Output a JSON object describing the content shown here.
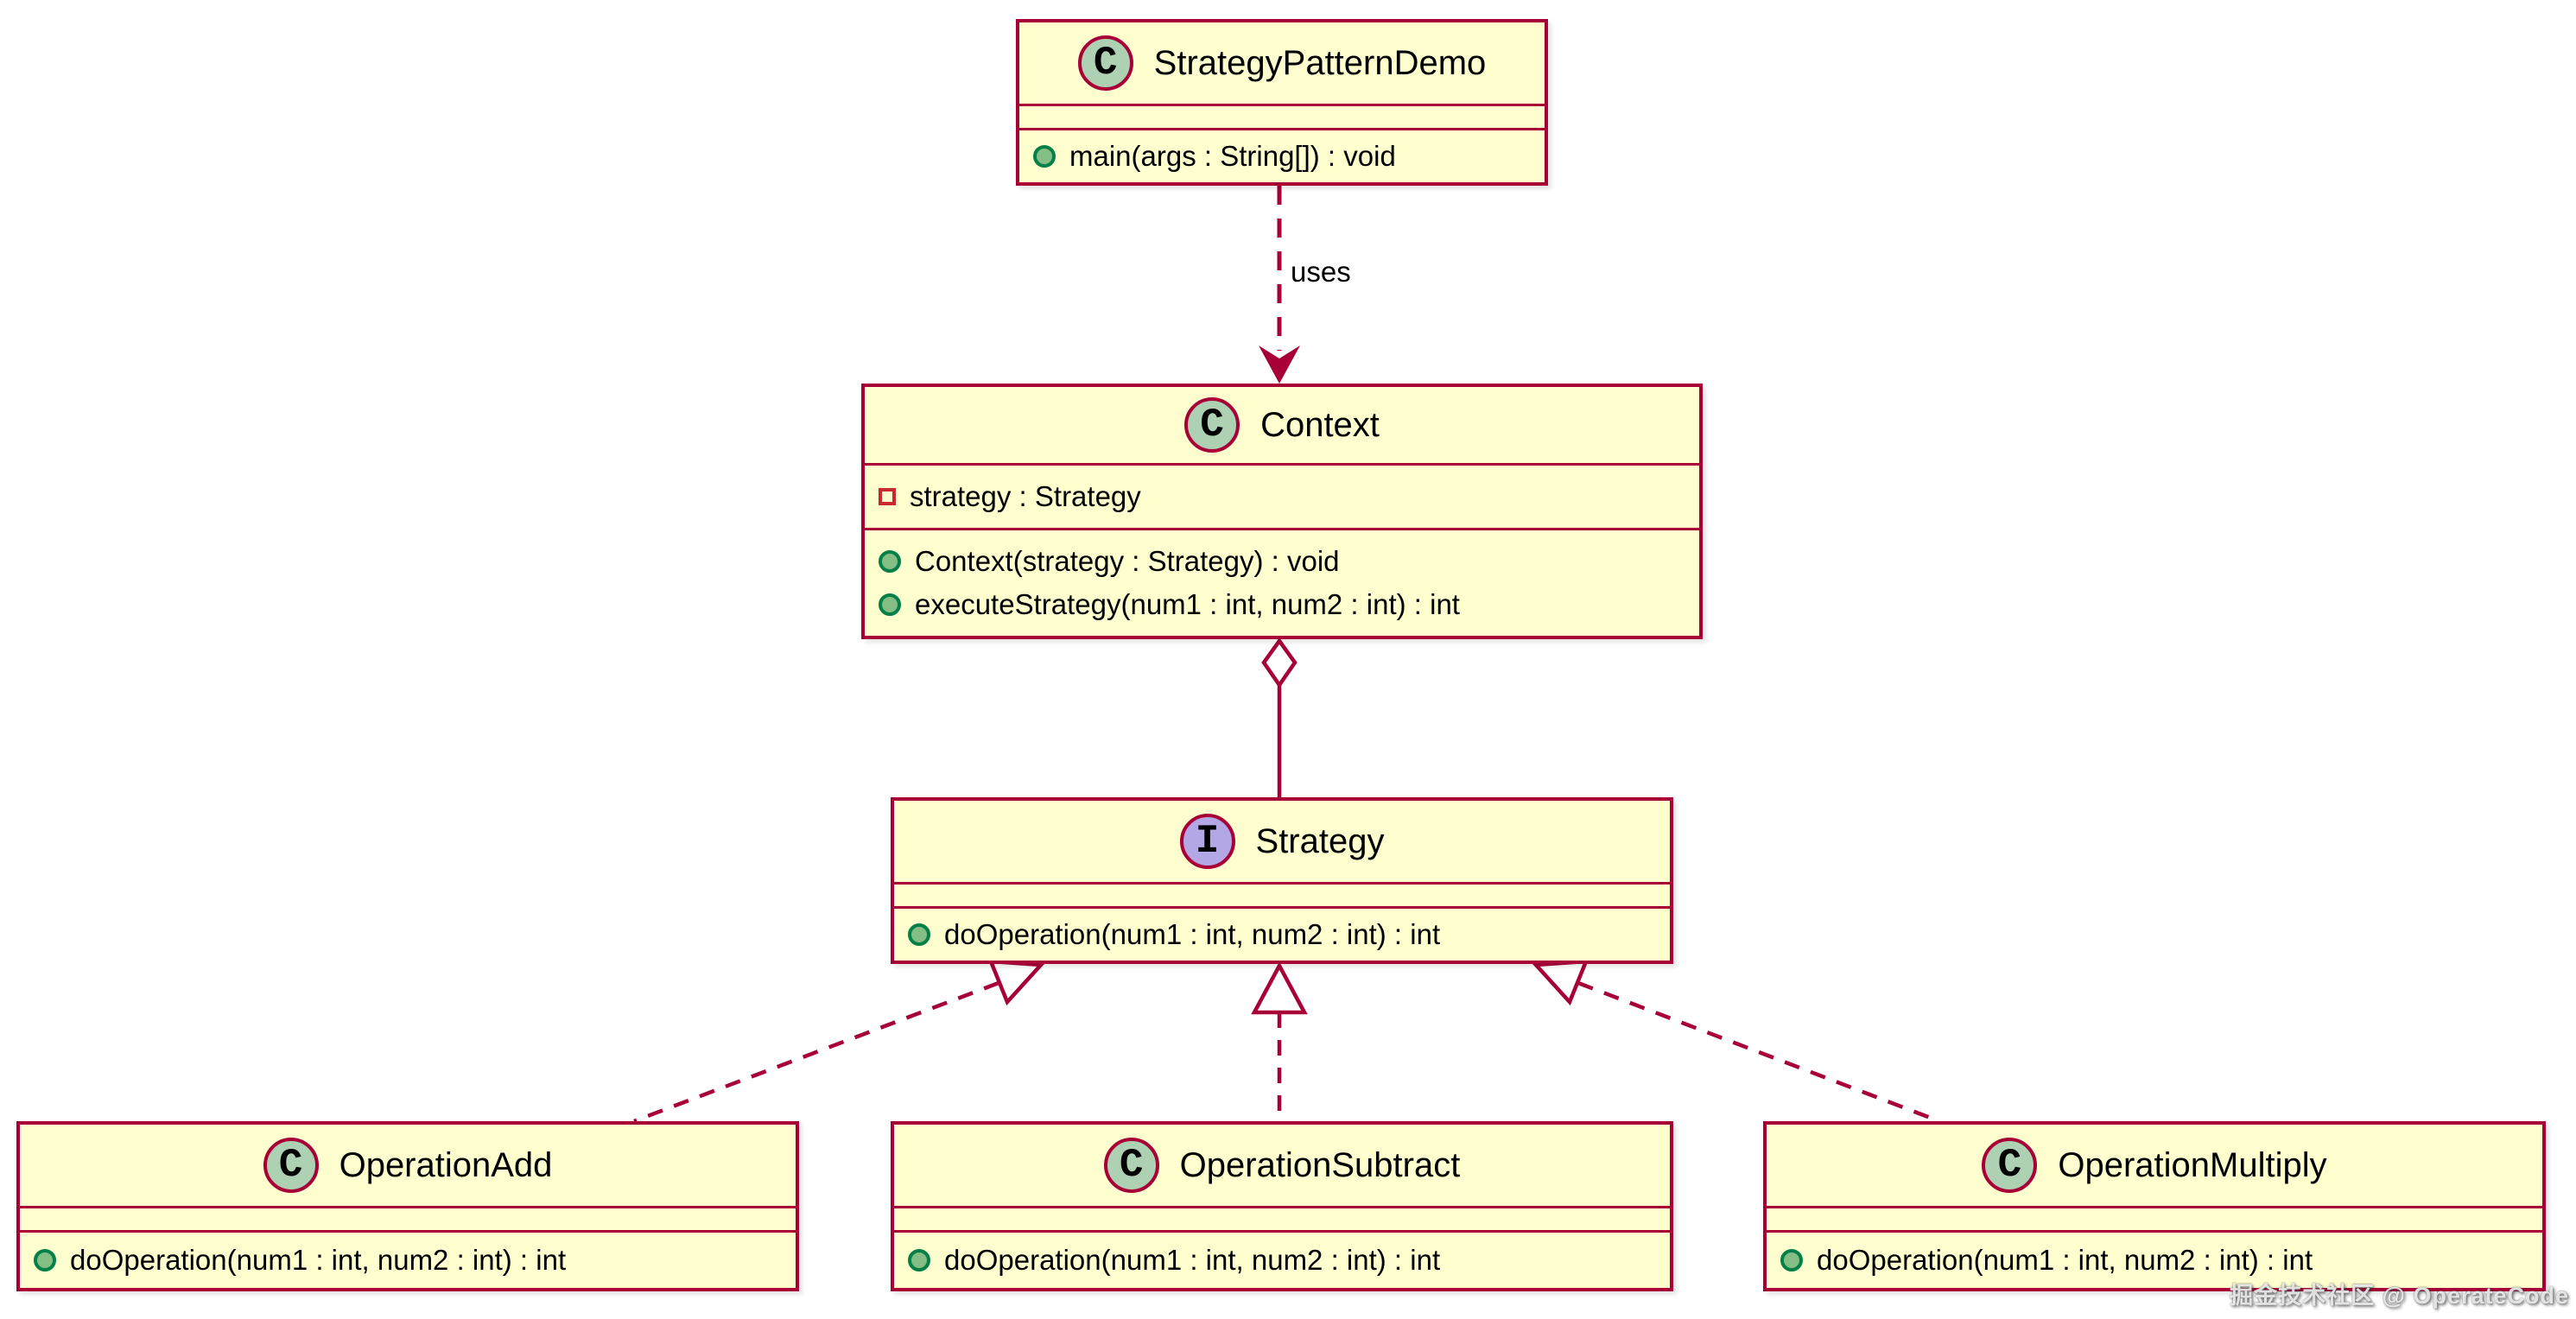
{
  "colors": {
    "background": "#FFFFFF",
    "box_fill": "#FEFECE",
    "box_border": "#A80036",
    "class_spot_fill": "#ADD1B2",
    "interface_spot_fill": "#B4A7E5",
    "public_method_icon_fill": "#84BE84",
    "public_method_icon_border": "#038048",
    "private_field_icon_border": "#C82930",
    "text": "#000000"
  },
  "classes": [
    {
      "name": "StrategyPatternDemo",
      "stereotype": "C",
      "kind": "class",
      "fields": [],
      "methods": [
        {
          "visibility": "public",
          "signature": "main(args : String[]) : void"
        }
      ]
    },
    {
      "name": "Context",
      "stereotype": "C",
      "kind": "class",
      "fields": [
        {
          "visibility": "private",
          "signature": "strategy : Strategy"
        }
      ],
      "methods": [
        {
          "visibility": "public",
          "signature": "Context(strategy : Strategy) : void"
        },
        {
          "visibility": "public",
          "signature": "executeStrategy(num1 : int, num2 : int) : int"
        }
      ]
    },
    {
      "name": "Strategy",
      "stereotype": "I",
      "kind": "interface",
      "fields": [],
      "methods": [
        {
          "visibility": "public",
          "signature": "doOperation(num1 : int, num2 : int) : int"
        }
      ]
    },
    {
      "name": "OperationAdd",
      "stereotype": "C",
      "kind": "class",
      "fields": [],
      "methods": [
        {
          "visibility": "public",
          "signature": "doOperation(num1 : int, num2 : int) : int"
        }
      ]
    },
    {
      "name": "OperationSubtract",
      "stereotype": "C",
      "kind": "class",
      "fields": [],
      "methods": [
        {
          "visibility": "public",
          "signature": "doOperation(num1 : int, num2 : int) : int"
        }
      ]
    },
    {
      "name": "OperationMultiply",
      "stereotype": "C",
      "kind": "class",
      "fields": [],
      "methods": [
        {
          "visibility": "public",
          "signature": "doOperation(num1 : int, num2 : int) : int"
        }
      ]
    }
  ],
  "relationships": [
    {
      "from": "StrategyPatternDemo",
      "to": "Context",
      "type": "dependency",
      "style": "dashed-open-arrow",
      "label": "uses"
    },
    {
      "from": "Context",
      "to": "Strategy",
      "type": "aggregation",
      "style": "solid-hollow-diamond",
      "label": ""
    },
    {
      "from": "OperationAdd",
      "to": "Strategy",
      "type": "realization",
      "style": "dashed-hollow-triangle",
      "label": ""
    },
    {
      "from": "OperationSubtract",
      "to": "Strategy",
      "type": "realization",
      "style": "dashed-hollow-triangle",
      "label": ""
    },
    {
      "from": "OperationMultiply",
      "to": "Strategy",
      "type": "realization",
      "style": "dashed-hollow-triangle",
      "label": ""
    }
  ],
  "watermark": "掘金技术社区 @ OperateCode"
}
